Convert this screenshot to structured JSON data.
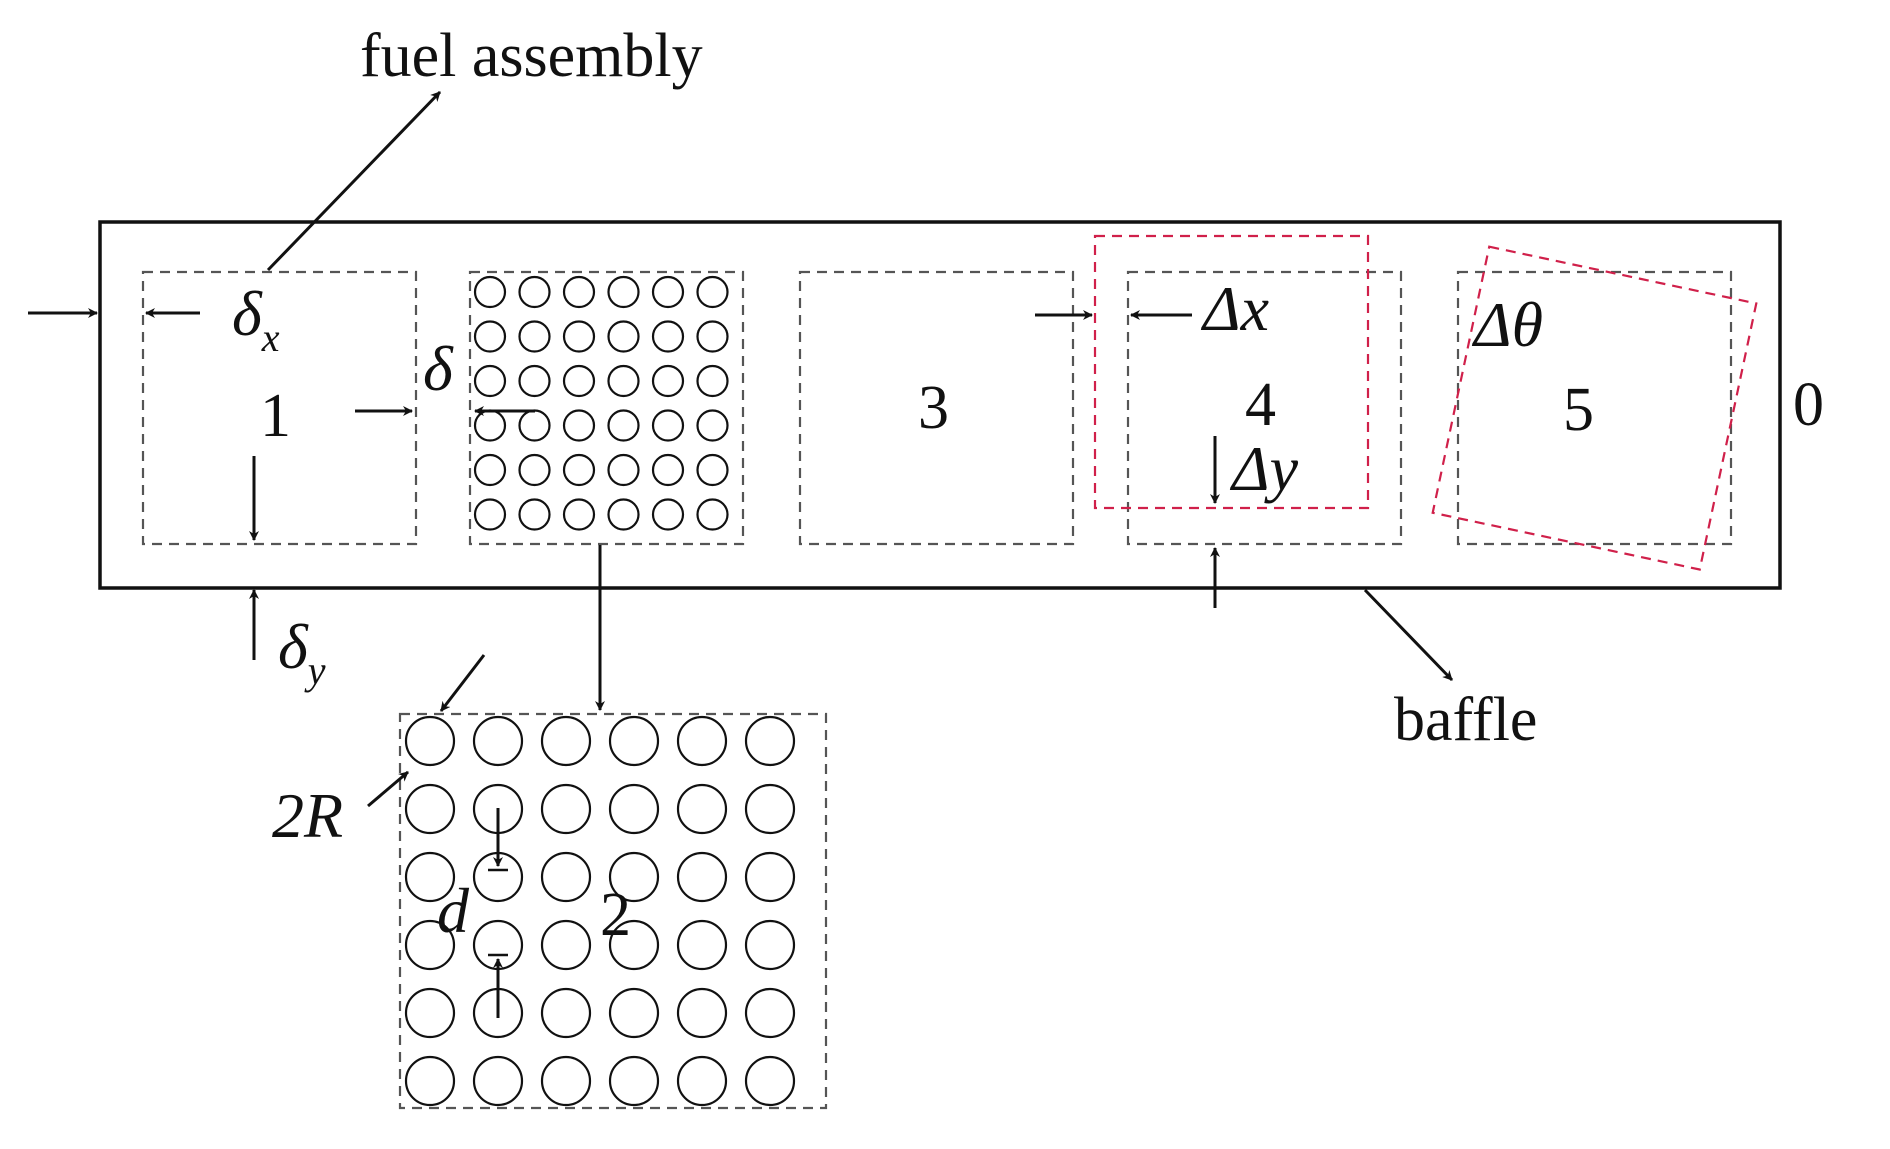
{
  "labels": {
    "fuel_assembly": "fuel assembly",
    "baffle": "baffle",
    "region_0": "0",
    "assembly_1": "1",
    "assembly_2": "2",
    "assembly_3": "3",
    "assembly_4": "4",
    "assembly_5": "5"
  },
  "symbols": {
    "delta_x_base": "δ",
    "delta_x_sub": "x",
    "delta_y_base": "δ",
    "delta_y_sub": "y",
    "delta": "δ",
    "Delta_x": "Δx",
    "Delta_y": "Δy",
    "Delta_theta": "Δθ",
    "two_R": "2R",
    "d": "d"
  },
  "colors": {
    "line": "#111111",
    "dashed": "#555555",
    "displaced": "#d0204a"
  }
}
